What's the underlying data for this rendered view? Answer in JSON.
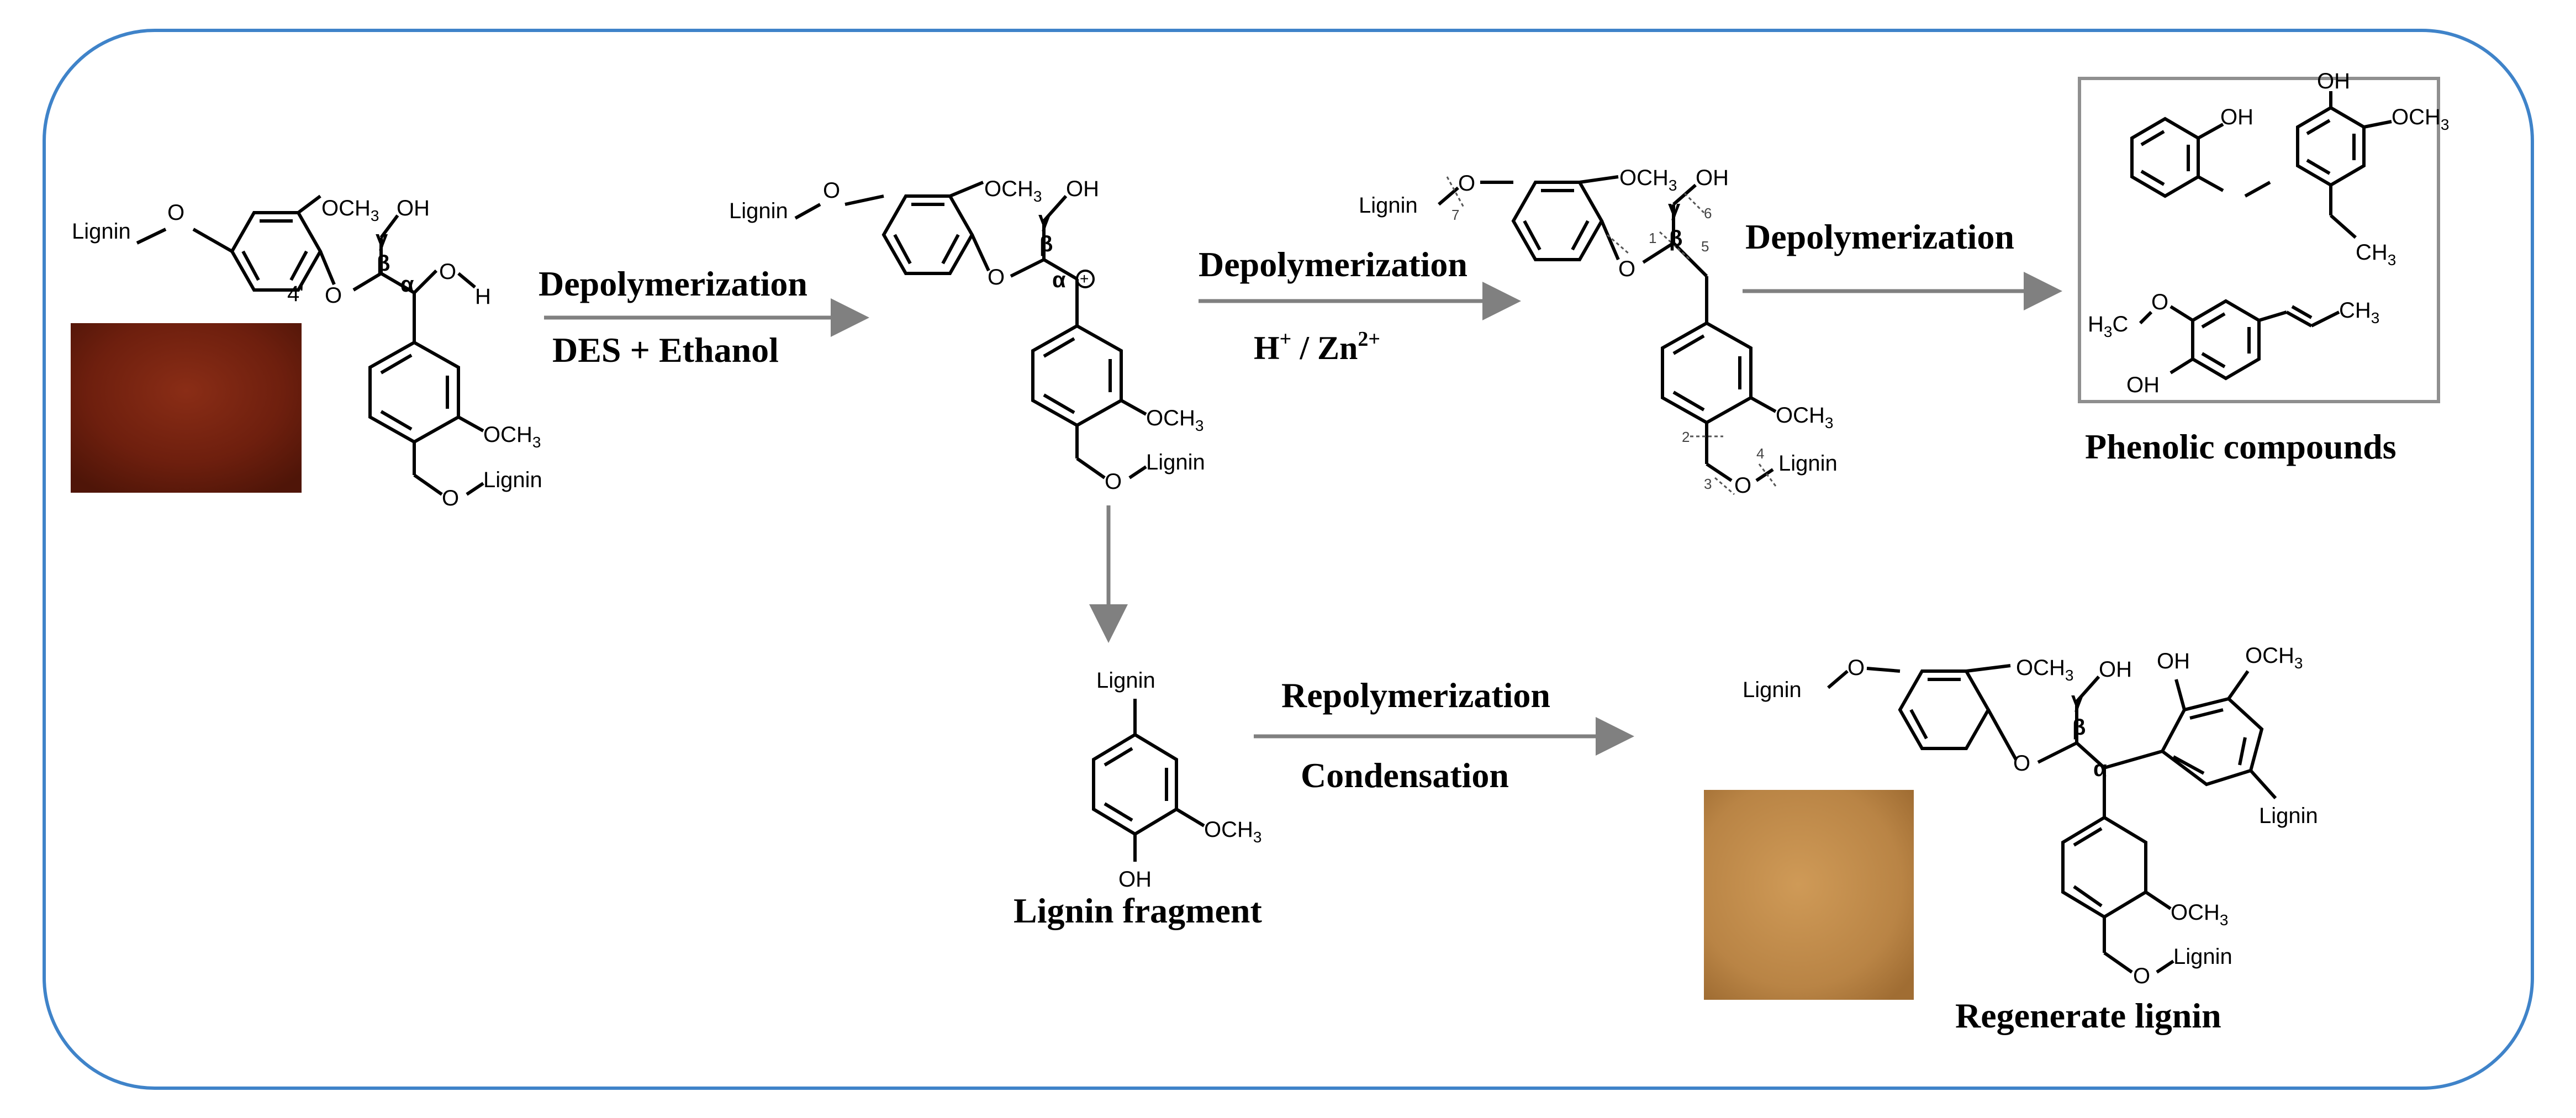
{
  "colors": {
    "frame": "#3f83c9",
    "arrow": "#808080",
    "box": "#8f8f8f",
    "lignin_raw": "#7a2412",
    "lignin_regen": "#bf8a48"
  },
  "labels": {
    "lignin": "Lignin",
    "och3": "OCH",
    "sub3": "3",
    "oh": "OH",
    "o": "O",
    "h": "H",
    "ch3": "CH",
    "h3c": "H",
    "h3c_tail": "C",
    "alpha": "α",
    "beta": "β",
    "gamma": "γ",
    "four_prime": "4'",
    "carbocation": "+"
  },
  "steps": {
    "depoly1": {
      "top": "Depolymerization",
      "bottom": "DES + Ethanol"
    },
    "depoly2": {
      "top": "Depolymerization",
      "bottom_h": "H",
      "bottom_plus": "+",
      "bottom_mid": " / Zn",
      "bottom_charge": "2+"
    },
    "depoly3": {
      "top": "Depolymerization"
    },
    "repoly": {
      "top": "Repolymerization",
      "bottom": "Condensation"
    }
  },
  "captions": {
    "phenolic": "Phenolic compounds",
    "fragment": "Lignin fragment",
    "regenerate": "Regenerate lignin"
  },
  "cleavage_numbers": [
    "1",
    "2",
    "3",
    "4",
    "5",
    "6",
    "7"
  ]
}
